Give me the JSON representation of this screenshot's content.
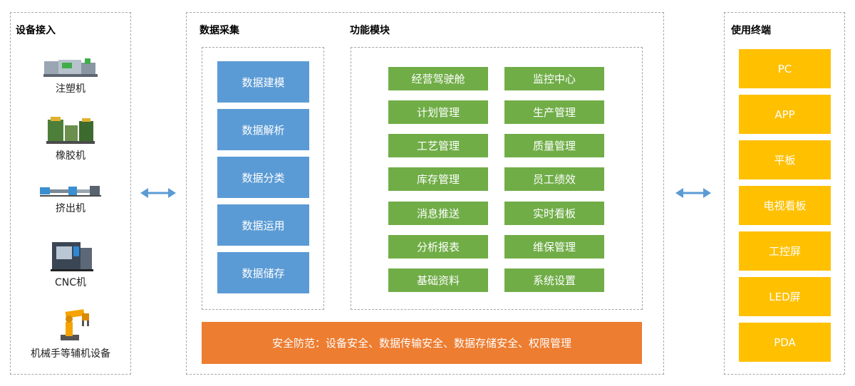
{
  "device_panel": {
    "title": "设备接入",
    "devices": [
      {
        "label": "注塑机",
        "icon": "injection-molding-machine-icon"
      },
      {
        "label": "橡胶机",
        "icon": "rubber-machine-icon"
      },
      {
        "label": "挤出机",
        "icon": "extruder-icon"
      },
      {
        "label": "CNC机",
        "icon": "cnc-machine-icon"
      },
      {
        "label": "机械手等辅机设备",
        "icon": "robot-arm-icon"
      }
    ]
  },
  "center_panel": {
    "collection_title": "数据采集",
    "collection_items": [
      "数据建模",
      "数据解析",
      "数据分类",
      "数据运用",
      "数据储存"
    ],
    "modules_title": "功能模块",
    "modules_left": [
      "经营驾驶舱",
      "计划管理",
      "工艺管理",
      "库存管理",
      "消息推送",
      "分析报表",
      "基础资料"
    ],
    "modules_right": [
      "监控中心",
      "生产管理",
      "质量管理",
      "员工绩效",
      "实时看板",
      "维保管理",
      "系统设置"
    ],
    "security_banner": "安全防范：设备安全、数据传输安全、数据存储安全、权限管理"
  },
  "terminal_panel": {
    "title": "使用终端",
    "terminals": [
      "PC",
      "APP",
      "平板",
      "电视看板",
      "工控屏",
      "LED屏",
      "PDA"
    ]
  },
  "colors": {
    "collection": "#5b9bd5",
    "modules": "#70ad47",
    "security": "#ed7d31",
    "terminals": "#ffc000",
    "arrows": "#5b9bd5"
  }
}
